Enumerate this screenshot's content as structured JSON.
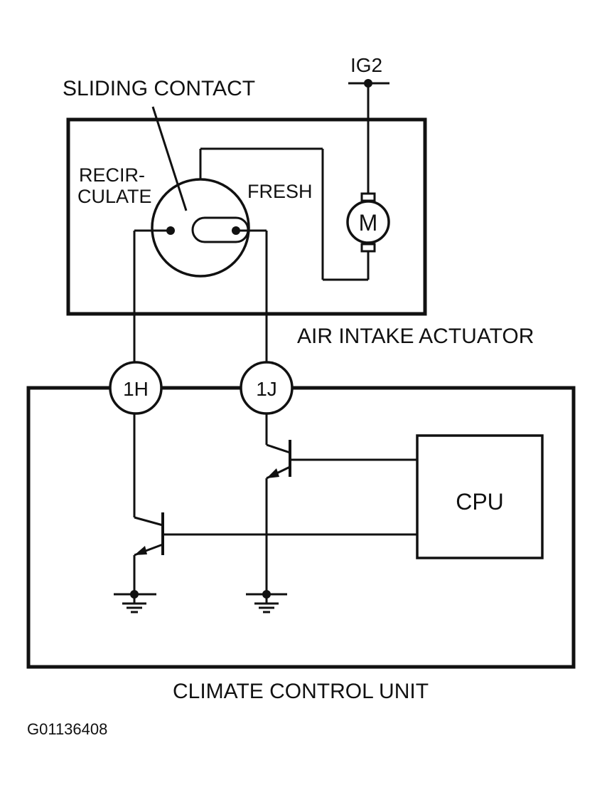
{
  "labels": {
    "ig2": "IG2",
    "sliding_contact": "SLIDING CONTACT",
    "recirculate_line1": "RECIR-",
    "recirculate_line2": "CULATE",
    "fresh": "FRESH",
    "motor": "M",
    "air_intake_actuator": "AIR INTAKE ACTUATOR",
    "terminal_1h": "1H",
    "terminal_1j": "1J",
    "cpu": "CPU",
    "climate_control_unit": "CLIMATE CONTROL UNIT",
    "figure_id": "G01136408"
  }
}
